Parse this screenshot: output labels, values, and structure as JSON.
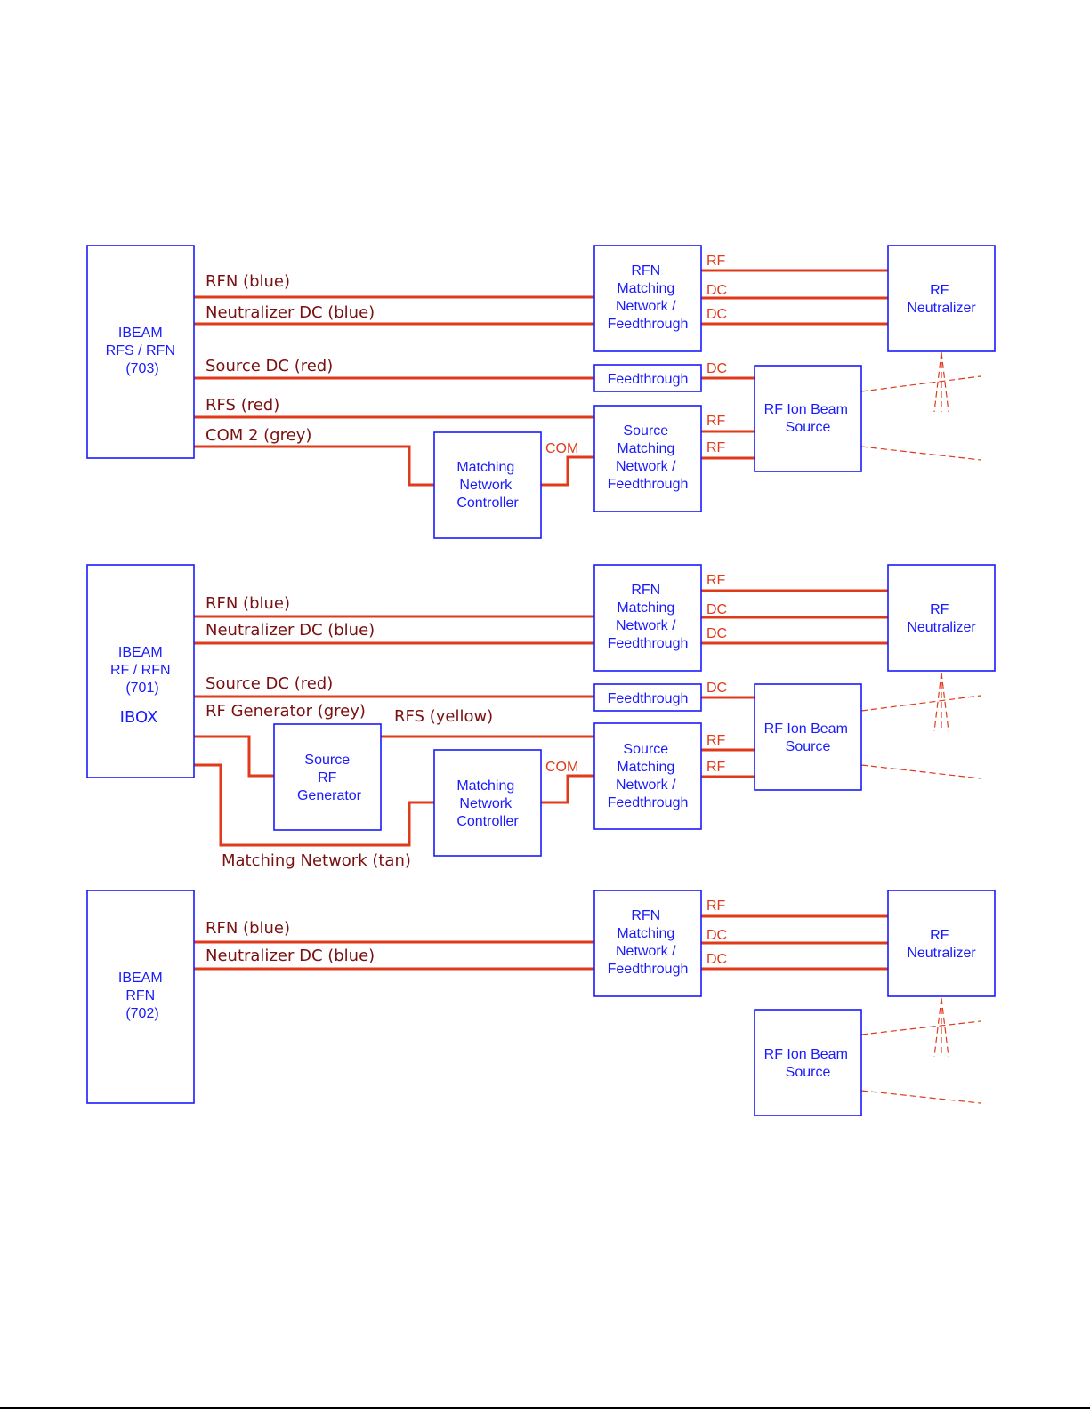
{
  "boxes": {
    "d1_ibeam": [
      "IBEAM",
      "RFS / RFN",
      "(703)"
    ],
    "d2_ibeam": [
      "IBEAM",
      "RF / RFN",
      "(701)"
    ],
    "d2_ibox": "IBOX",
    "d3_ibeam": [
      "IBEAM",
      "RFN",
      "(702)"
    ],
    "rfn_mnf": [
      "RFN",
      "Matching",
      "Network /",
      "Feedthrough"
    ],
    "rf_neutralizer": [
      "RF",
      "Neutralizer"
    ],
    "feedthrough": "Feedthrough",
    "rf_ion_beam_source": [
      "RF Ion Beam",
      "Source"
    ],
    "source_mnf": [
      "Source",
      "Matching",
      "Network /",
      "Feedthrough"
    ],
    "mn_controller": [
      "Matching",
      "Network",
      "Controller"
    ],
    "source_rf_generator": [
      "Source",
      "RF",
      "Generator"
    ]
  },
  "labels": {
    "rfn_blue": "RFN (blue)",
    "neutralizer_dc_blue": "Neutralizer DC (blue)",
    "source_dc_red": "Source DC (red)",
    "rfs_red": "RFS (red)",
    "com2_grey": "COM 2 (grey)",
    "rf_generator_grey": "RF Generator (grey)",
    "rfs_yellow": "RFS (yellow)",
    "matching_network_tan": "Matching Network (tan)"
  },
  "signals": {
    "rf": "RF",
    "dc": "DC",
    "com": "COM"
  },
  "colors": {
    "box_stroke": "#1a1aff",
    "box_text": "#1a1aff",
    "wire": "#e03a1a",
    "wire_label": "#7a1010",
    "signal_label": "#e03a1a"
  }
}
